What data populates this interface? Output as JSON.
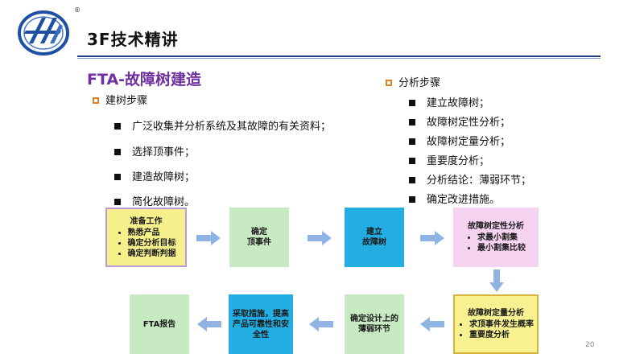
{
  "header": {
    "reg_mark": "®",
    "title": "3F技术精讲"
  },
  "subtitle": "FTA-故障树建造",
  "left_section": {
    "heading": "建树步骤",
    "items": [
      "广泛收集并分析系统及其故障的有关资料；",
      "选择顶事件；",
      "建造故障树；",
      "简化故障树。"
    ]
  },
  "right_section": {
    "heading": "分析步骤",
    "items": [
      "建立故障树；",
      "故障树定性分析；",
      "故障树定量分析；",
      "重要度分析；",
      "分析结论：薄弱环节；",
      "确定改进措施。"
    ]
  },
  "flow": {
    "prep": {
      "title": "准备工作",
      "items": [
        "熟悉产品",
        "确定分析目标",
        "确定判断判据"
      ]
    },
    "top_event": {
      "line1": "确定",
      "line2": "顶事件"
    },
    "build": {
      "line1": "建立",
      "line2": "故障树"
    },
    "qualitative": {
      "title": "故障树定性分析",
      "items": [
        "求最小割集",
        "最小割集比较"
      ]
    },
    "quantitative": {
      "title": "故障树定量分析",
      "items": [
        "求顶事件发生概率",
        "重要度分析"
      ]
    },
    "weak": {
      "line1": "确定设计上的",
      "line2": "薄弱环节"
    },
    "measures": {
      "line1": "采取措施，提高",
      "line2": "产品可靠性和安",
      "line3": "全性"
    },
    "report": {
      "label": "FTA报告"
    }
  },
  "page_number": "20",
  "colors": {
    "accent_purple": "#7030a0",
    "rule_blue": "#1d3a8c",
    "bullet_orange": "#e07f1f",
    "arrow_blue": "#8fb4e3",
    "box_yellow": "#f6f08c",
    "box_green": "#c8eac3",
    "box_blue": "#23aee3",
    "box_pink": "#f7d3f2"
  }
}
